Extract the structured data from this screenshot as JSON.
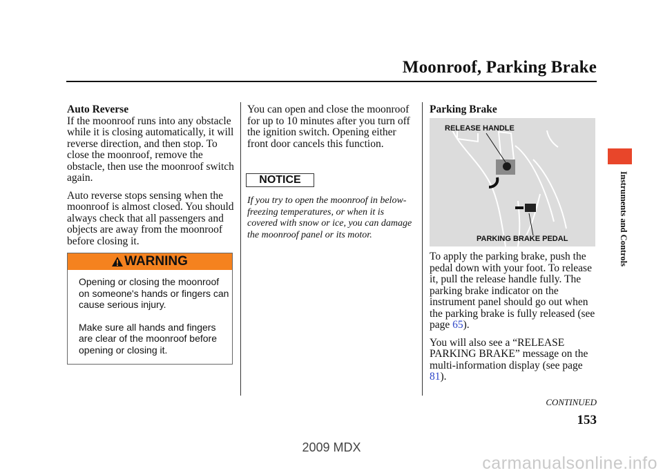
{
  "header": {
    "title": "Moonroof, Parking Brake"
  },
  "left_column": {
    "heading": "Auto Reverse",
    "paragraph1": "If the moonroof runs into any obstacle while it is closing automatically, it will reverse direction, and then stop. To close the moonroof, remove the obstacle, then use the moonroof switch again.",
    "paragraph2": "Auto reverse stops sensing when the moonroof is almost closed. You should always check that all passengers and objects are away from the moonroof before closing it.",
    "warning": {
      "label": "WARNING",
      "text1": "Opening or closing the moonroof on someone's hands or fingers can cause serious injury.",
      "text2": "Make sure all hands and fingers are clear of the moonroof before opening or closing it.",
      "accent_color": "#f5821f"
    }
  },
  "middle_column": {
    "paragraph": "You can open and close the moonroof for up to 10 minutes after you turn off the ignition switch. Opening either front door cancels this function.",
    "notice_label": "NOTICE",
    "notice_text": "If you try to open the moonroof in below-freezing temperatures, or when it is covered with snow or ice, you can damage the moonroof panel or its motor."
  },
  "right_column": {
    "heading": "Parking Brake",
    "figure": {
      "label_top": "RELEASE HANDLE",
      "label_bottom": "PARKING BRAKE PEDAL"
    },
    "p1_before": "To apply the parking brake, push the pedal down with your foot. To release it, pull the release handle fully. The parking brake indicator on the instrument panel should go out when the parking brake is fully released (see page ",
    "p1_link": "65",
    "p1_after": ").",
    "p2_before": "You will also see a “RELEASE PARKING BRAKE” message on the multi-information display (see page ",
    "p2_link": "81",
    "p2_after": ")."
  },
  "side_tab": {
    "label": "Instruments and Controls",
    "color": "#e8462a"
  },
  "footer": {
    "continued": "CONTINUED",
    "page_number": "153",
    "model": "2009  MDX",
    "watermark": "carmanualsonline.info"
  },
  "colors": {
    "link": "#2c45c8"
  }
}
